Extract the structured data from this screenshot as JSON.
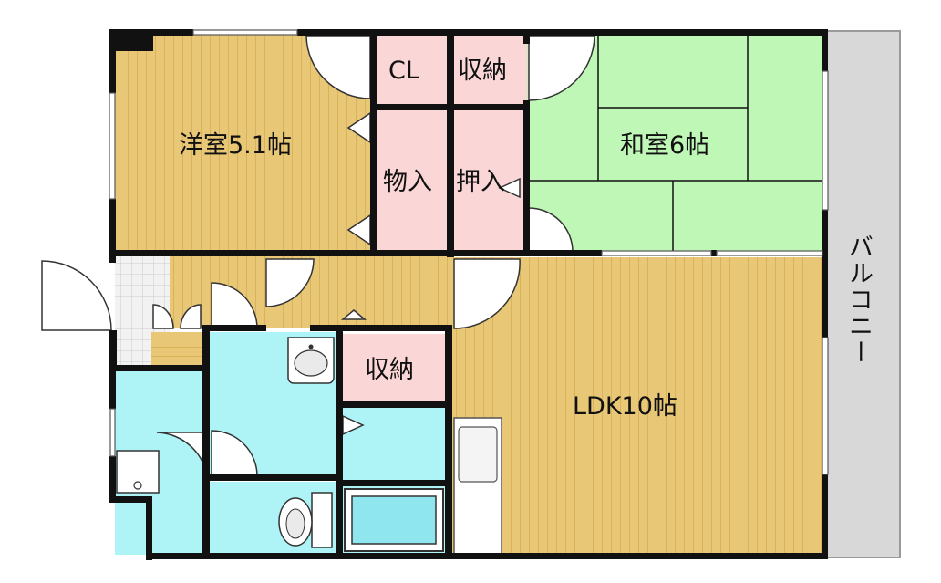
{
  "floorplan": {
    "rooms": {
      "western_room": "洋室5.1帖",
      "japanese_room": "和室6帖",
      "ldk": "LDK10帖",
      "closet": "CL",
      "storage_top": "収納",
      "storage_mid": "収納",
      "storeroom": "物入",
      "oshiire": "押入",
      "balcony": "バルコニー"
    },
    "colors": {
      "wall": "#111111",
      "flooring": "#e8c877",
      "flooring_line": "#d9b25a",
      "tatami": "#bff7b6",
      "storage": "#fbd6d6",
      "wet_area": "#aef4f6",
      "balcony": "#d8d8d8",
      "entry_tile": "#f2f2f2"
    }
  }
}
